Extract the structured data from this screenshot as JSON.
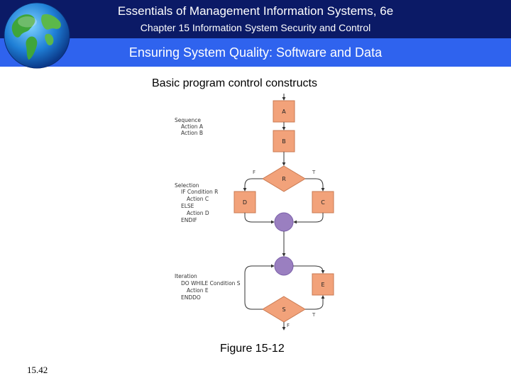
{
  "header": {
    "title": "Essentials of Management Information Systems, 6e",
    "chapter": "Chapter 15 Information System Security and Control",
    "section": "Ensuring System Quality: Software and Data"
  },
  "diagram": {
    "title": "Basic program control constructs",
    "caption": "Figure 15-12",
    "sequence": {
      "heading": "Sequence",
      "lines": [
        "Action A",
        "Action B"
      ],
      "nodes": [
        "A",
        "B"
      ]
    },
    "selection": {
      "heading": "Selection",
      "lines": [
        "IF Condition R",
        "Action C",
        "ELSE",
        "Action D",
        "ENDIF"
      ],
      "decision": "R",
      "false_label": "F",
      "true_label": "T",
      "nodes": [
        "D",
        "C"
      ]
    },
    "iteration": {
      "heading": "Iteration",
      "lines": [
        "DO WHILE Condition S",
        "Action E",
        "ENDDO"
      ],
      "node": "E",
      "decision": "S",
      "true_label": "T",
      "false_label": "F"
    }
  },
  "slide_number": "15.42",
  "colors": {
    "header_bg": "#0b1a66",
    "section_bg": "#2f63ee",
    "box_fill": "#f2a27a",
    "box_stroke": "#c97a52",
    "connector_fill": "#9a7fc0"
  }
}
